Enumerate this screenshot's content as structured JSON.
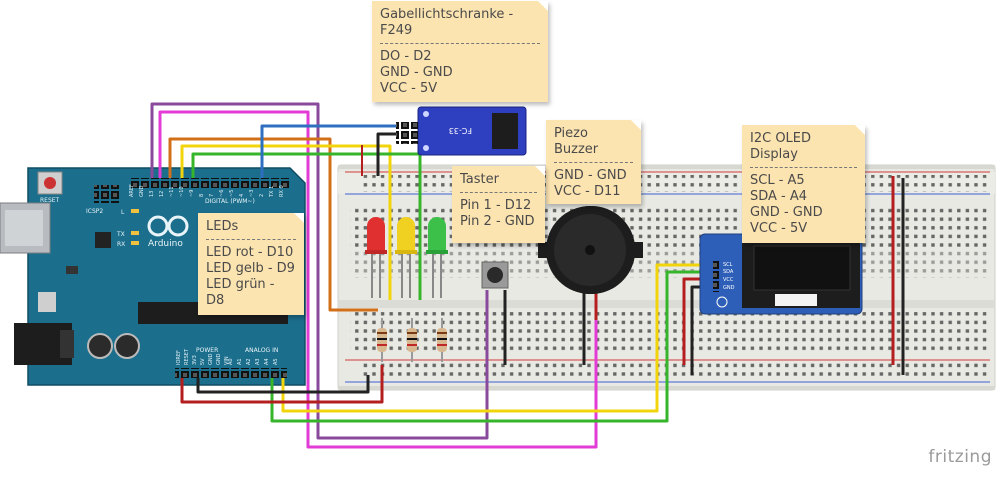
{
  "arduino": {
    "brand": "Arduino",
    "reset_label": "RESET",
    "icsp_label": "ICSP2",
    "l_label": "L",
    "tx_label": "TX",
    "rx_label": "RX",
    "digital_header": "DIGITAL (PWM~)",
    "power_header": "POWER",
    "analog_header": "ANALOG IN",
    "pin_labels": [
      "AREF",
      "GND",
      "13",
      "12",
      "~11",
      "~10",
      "~9",
      "8",
      "7",
      "~6",
      "~5",
      "4",
      "~3",
      "2",
      "TX 1",
      "RX 0"
    ],
    "power_pins": [
      "IOREF",
      "RESET",
      "3V3",
      "5V",
      "GND",
      "GND",
      "VIN"
    ],
    "analog_pins": [
      "A0",
      "A1",
      "A2",
      "A3",
      "A4",
      "A5"
    ]
  },
  "notes": {
    "gabel": {
      "title": "Gabellichtschranke - F249",
      "lines": [
        "DO - D2",
        "GND - GND",
        "VCC - 5V"
      ]
    },
    "piezo": {
      "title": "Piezo Buzzer",
      "lines": [
        "GND - GND",
        "VCC - D11"
      ]
    },
    "taster": {
      "title": "Taster",
      "lines": [
        "Pin 1 - D12",
        "Pin 2 - GND"
      ]
    },
    "oled": {
      "title": "I2C OLED Display",
      "lines": [
        "SCL - A5",
        "SDA - A4",
        "GND - GND",
        "VCC - 5V"
      ]
    },
    "leds": {
      "title": "LEDs",
      "lines": [
        "LED rot - D10",
        "LED gelb - D9",
        "LED grün - D8"
      ]
    }
  },
  "oled_pins": [
    "SCL",
    "SDA",
    "VCC",
    "GND"
  ],
  "sensor_label": "FC-33",
  "watermark": "fritzing",
  "colors": {
    "board": "#1b6e8c",
    "breadboard": "#e9e9e4",
    "note": "#fce4b1",
    "wire_red": "#b41e1e",
    "wire_black": "#222222",
    "wire_green": "#36b52a",
    "wire_yellow": "#f2d40c",
    "wire_orange": "#d2701a",
    "wire_purple": "#8a4a9c",
    "wire_magenta": "#e23bd6",
    "wire_blue": "#2e6fbf",
    "led_red": "#e03030",
    "led_yellow": "#f0d020",
    "led_green": "#3cc04a"
  }
}
